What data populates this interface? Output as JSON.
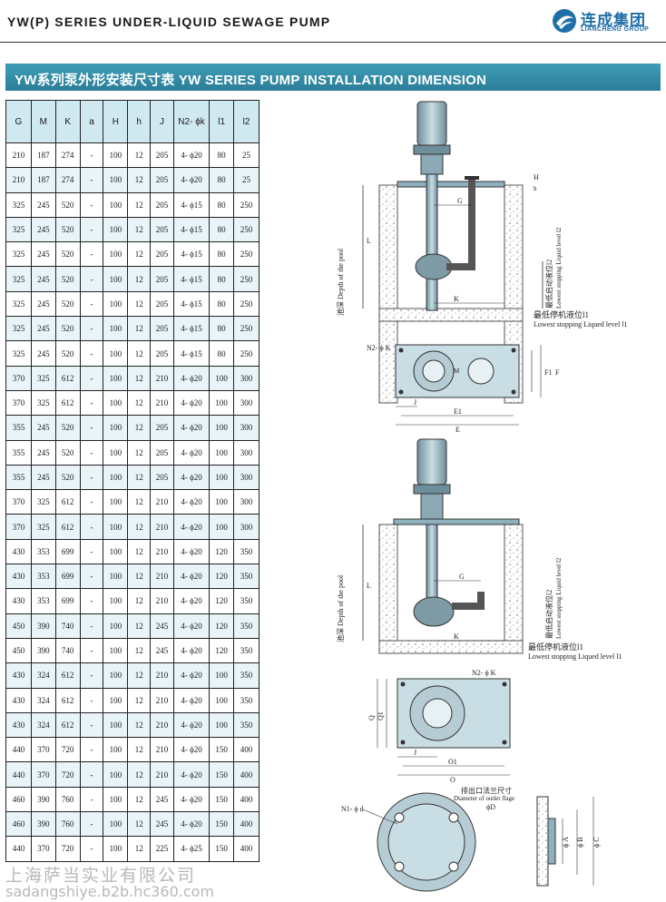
{
  "header": {
    "title": "YW(P) SERIES UNDER-LIQUID SEWAGE PUMP",
    "logo_cn": "连成集团",
    "logo_en": "LIANCHENG GROUP"
  },
  "banner": {
    "title": "YW系列泵外形安装尺寸表  YW SERIES PUMP INSTALLATION DIMENSION"
  },
  "table": {
    "headers": [
      "G",
      "M",
      "K",
      "a",
      "H",
      "h",
      "J",
      "N2- ϕk",
      "l1",
      "l2"
    ],
    "rows": [
      [
        "210",
        "187",
        "274",
        "-",
        "100",
        "12",
        "205",
        "4- ϕ20",
        "80",
        "25"
      ],
      [
        "210",
        "187",
        "274",
        "-",
        "100",
        "12",
        "205",
        "4- ϕ20",
        "80",
        "25"
      ],
      [
        "325",
        "245",
        "520",
        "-",
        "100",
        "12",
        "205",
        "4- ϕ15",
        "80",
        "250"
      ],
      [
        "325",
        "245",
        "520",
        "-",
        "100",
        "12",
        "205",
        "4- ϕ15",
        "80",
        "250"
      ],
      [
        "325",
        "245",
        "520",
        "-",
        "100",
        "12",
        "205",
        "4- ϕ15",
        "80",
        "250"
      ],
      [
        "325",
        "245",
        "520",
        "-",
        "100",
        "12",
        "205",
        "4- ϕ15",
        "80",
        "250"
      ],
      [
        "325",
        "245",
        "520",
        "-",
        "100",
        "12",
        "205",
        "4- ϕ15",
        "80",
        "250"
      ],
      [
        "325",
        "245",
        "520",
        "-",
        "100",
        "12",
        "205",
        "4- ϕ15",
        "80",
        "250"
      ],
      [
        "325",
        "245",
        "520",
        "-",
        "100",
        "12",
        "205",
        "4- ϕ15",
        "80",
        "250"
      ],
      [
        "370",
        "325",
        "612",
        "-",
        "100",
        "12",
        "210",
        "4- ϕ20",
        "100",
        "300"
      ],
      [
        "370",
        "325",
        "612",
        "-",
        "100",
        "12",
        "210",
        "4- ϕ20",
        "100",
        "300"
      ],
      [
        "355",
        "245",
        "520",
        "-",
        "100",
        "12",
        "205",
        "4- ϕ20",
        "100",
        "300"
      ],
      [
        "355",
        "245",
        "520",
        "-",
        "100",
        "12",
        "205",
        "4- ϕ20",
        "100",
        "300"
      ],
      [
        "355",
        "245",
        "520",
        "-",
        "100",
        "12",
        "205",
        "4- ϕ20",
        "100",
        "300"
      ],
      [
        "370",
        "325",
        "612",
        "-",
        "100",
        "12",
        "210",
        "4- ϕ20",
        "100",
        "300"
      ],
      [
        "370",
        "325",
        "612",
        "-",
        "100",
        "12",
        "210",
        "4- ϕ20",
        "100",
        "300"
      ],
      [
        "430",
        "353",
        "699",
        "-",
        "100",
        "12",
        "210",
        "4- ϕ20",
        "120",
        "350"
      ],
      [
        "430",
        "353",
        "699",
        "-",
        "100",
        "12",
        "210",
        "4- ϕ20",
        "120",
        "350"
      ],
      [
        "430",
        "353",
        "699",
        "-",
        "100",
        "12",
        "210",
        "4- ϕ20",
        "120",
        "350"
      ],
      [
        "450",
        "390",
        "740",
        "-",
        "100",
        "12",
        "245",
        "4- ϕ20",
        "120",
        "350"
      ],
      [
        "450",
        "390",
        "740",
        "-",
        "100",
        "12",
        "245",
        "4- ϕ20",
        "120",
        "350"
      ],
      [
        "430",
        "324",
        "612",
        "-",
        "100",
        "12",
        "210",
        "4- ϕ20",
        "100",
        "350"
      ],
      [
        "430",
        "324",
        "612",
        "-",
        "100",
        "12",
        "210",
        "4- ϕ20",
        "100",
        "350"
      ],
      [
        "430",
        "324",
        "612",
        "-",
        "100",
        "12",
        "210",
        "4- ϕ20",
        "100",
        "350"
      ],
      [
        "440",
        "370",
        "720",
        "-",
        "100",
        "12",
        "210",
        "4- ϕ20",
        "150",
        "400"
      ],
      [
        "440",
        "370",
        "720",
        "-",
        "100",
        "12",
        "210",
        "4- ϕ20",
        "150",
        "400"
      ],
      [
        "460",
        "390",
        "760",
        "-",
        "100",
        "12",
        "245",
        "4- ϕ20",
        "150",
        "400"
      ],
      [
        "460",
        "390",
        "760",
        "-",
        "100",
        "12",
        "245",
        "4- ϕ20",
        "150",
        "400"
      ],
      [
        "440",
        "370",
        "720",
        "-",
        "100",
        "12",
        "225",
        "4- ϕ25",
        "150",
        "400"
      ]
    ]
  },
  "drawings": {
    "depth_label": "池深  Depth of the pool",
    "start_level": "最低启动液位l2",
    "start_level_en": "Lowest stopping Liquid level l2",
    "stop_level": "最低停机液位l1",
    "stop_level_en": "Lowest stopping Liqued level l1",
    "stop_level_2": "最低停机液位l1",
    "stop_level_2_en": "Lowest stopping Liqued level l1",
    "labels": {
      "G": "G",
      "L": "L",
      "K": "K",
      "H": "H",
      "h": "h",
      "l1": "l1",
      "l2": "l2",
      "N2K": "N2- ϕ K",
      "J": "J",
      "E1": "E1",
      "E": "E",
      "F1": "F1",
      "F": "F",
      "M": "M",
      "O1": "O1",
      "O": "O",
      "Q": "Q",
      "Q1": "Q1",
      "N1d": "N1- ϕ d",
      "D": "ϕD",
      "A": "ϕ A",
      "B": "ϕ B",
      "C": "ϕ C"
    },
    "flange_title_cn": "排出口法兰尺寸",
    "flange_title_en": "Diameter of outlet flage"
  },
  "watermark": {
    "line1": "上海萨当实业有限公司",
    "line2": "sadangshiye.b2b.hc360.com"
  }
}
